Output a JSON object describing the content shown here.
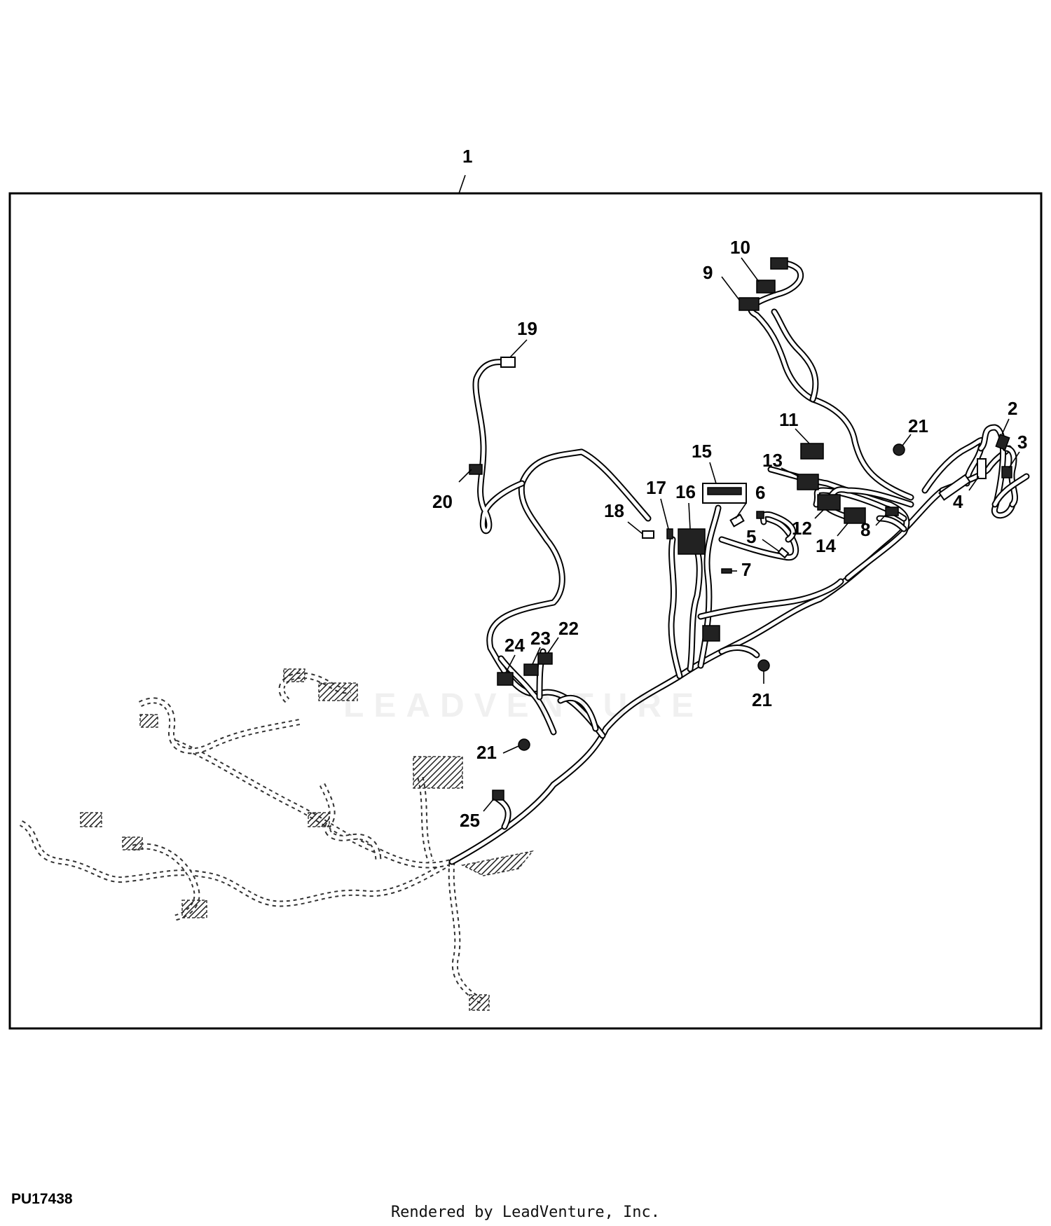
{
  "diagram": {
    "assembly_callout": "1",
    "callouts": {
      "c2": "2",
      "c3": "3",
      "c4": "4",
      "c5": "5",
      "c6": "6",
      "c7": "7",
      "c8": "8",
      "c9": "9",
      "c10": "10",
      "c11": "11",
      "c12": "12",
      "c13": "13",
      "c14": "14",
      "c15": "15",
      "c16": "16",
      "c17": "17",
      "c18": "18",
      "c19": "19",
      "c20": "20",
      "c21a": "21",
      "c21b": "21",
      "c21c": "21",
      "c22": "22",
      "c23": "23",
      "c24": "24",
      "c25": "25"
    },
    "figure_code": "PU17438",
    "watermark": "LEADVENTURE"
  },
  "footer": {
    "credit": "Rendered by LeadVenture, Inc."
  }
}
